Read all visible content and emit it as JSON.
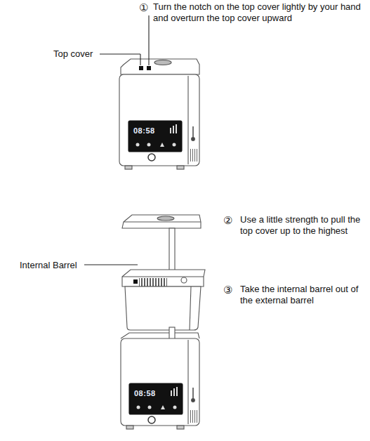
{
  "diagram": {
    "labels": [
      "①",
      "Turn the notch on the top cover lightly by your hand and overturn the top cover upward",
      "Top cover",
      "08:58",
      "②",
      "Use a little strength to pull the top cover up to the highest",
      "Internal Barrel",
      "③",
      "Take the internal barrel out of the external barrel",
      "08:58"
    ]
  }
}
